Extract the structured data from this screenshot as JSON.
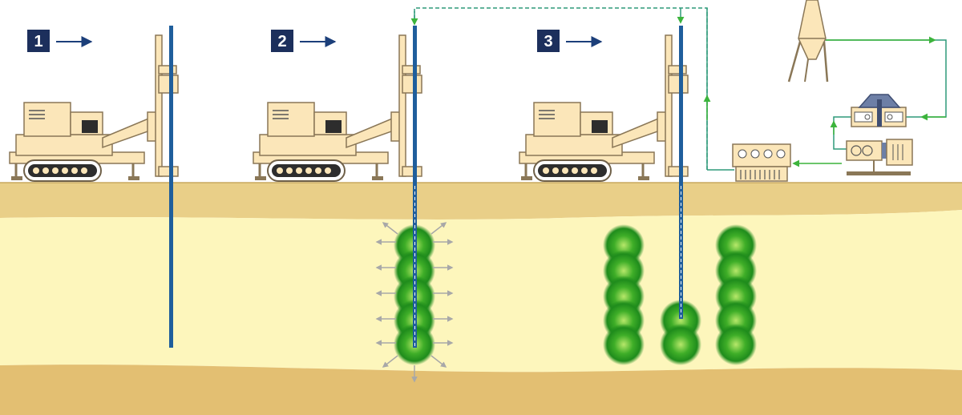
{
  "steps": [
    {
      "label": "1"
    },
    {
      "label": "2"
    },
    {
      "label": "3"
    }
  ],
  "colors": {
    "sky": "#ffffff",
    "topsoil": "#e9cf88",
    "soil_layer": "#fdf6bc",
    "deep_soil": "#e3bf72",
    "machine_body": "#fbe6b9",
    "machine_outline": "#8a7757",
    "drill_rod": "#1f5e9c",
    "badge": "#1c2f5c",
    "grout": "#2aa12a",
    "flow_line": "#2f9a7a",
    "flow_arrow": "#3cb43c",
    "pressure_arrow": "#a8a8a8"
  },
  "icons": [
    "excavator-rig",
    "drill-rod",
    "grout-column",
    "silo",
    "mixer",
    "pump",
    "control-panel"
  ]
}
